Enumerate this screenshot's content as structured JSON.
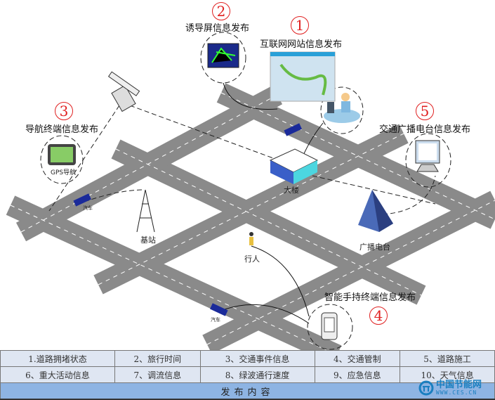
{
  "nodes": {
    "n1": {
      "num": "1",
      "label": "互联网网站信息发布"
    },
    "n2": {
      "num": "2",
      "label": "诱导屏信息发布"
    },
    "n3": {
      "num": "3",
      "label": "导航终端信息发布",
      "device": "GPS导航"
    },
    "n4": {
      "num": "4",
      "label": "智能手持终端信息发布"
    },
    "n5": {
      "num": "5",
      "label": "交通广播电台信息发布"
    }
  },
  "places": {
    "building": "大楼",
    "base_station": "基站",
    "radio_tower": "广播电台",
    "pedestrian": "行人",
    "car1": "汽车",
    "car2": "汽车"
  },
  "table": {
    "rows": [
      [
        "1.道路拥堵状态",
        "2、旅行时间",
        "3、交通事件信息",
        "4、交通管制",
        "5、道路施工"
      ],
      [
        "6、重大活动信息",
        "7、调流信息",
        "8、绿波通行速度",
        "9、应急信息",
        "10、天气信息"
      ]
    ],
    "footer": "发布内容"
  },
  "watermark": {
    "name": "中国节能网",
    "url": "WWW.CES.CN"
  },
  "colors": {
    "road": "#8a8a8a",
    "number": "#e02020",
    "table_bg": "#dfe6f2",
    "footer_bg": "#8eb4e3"
  }
}
